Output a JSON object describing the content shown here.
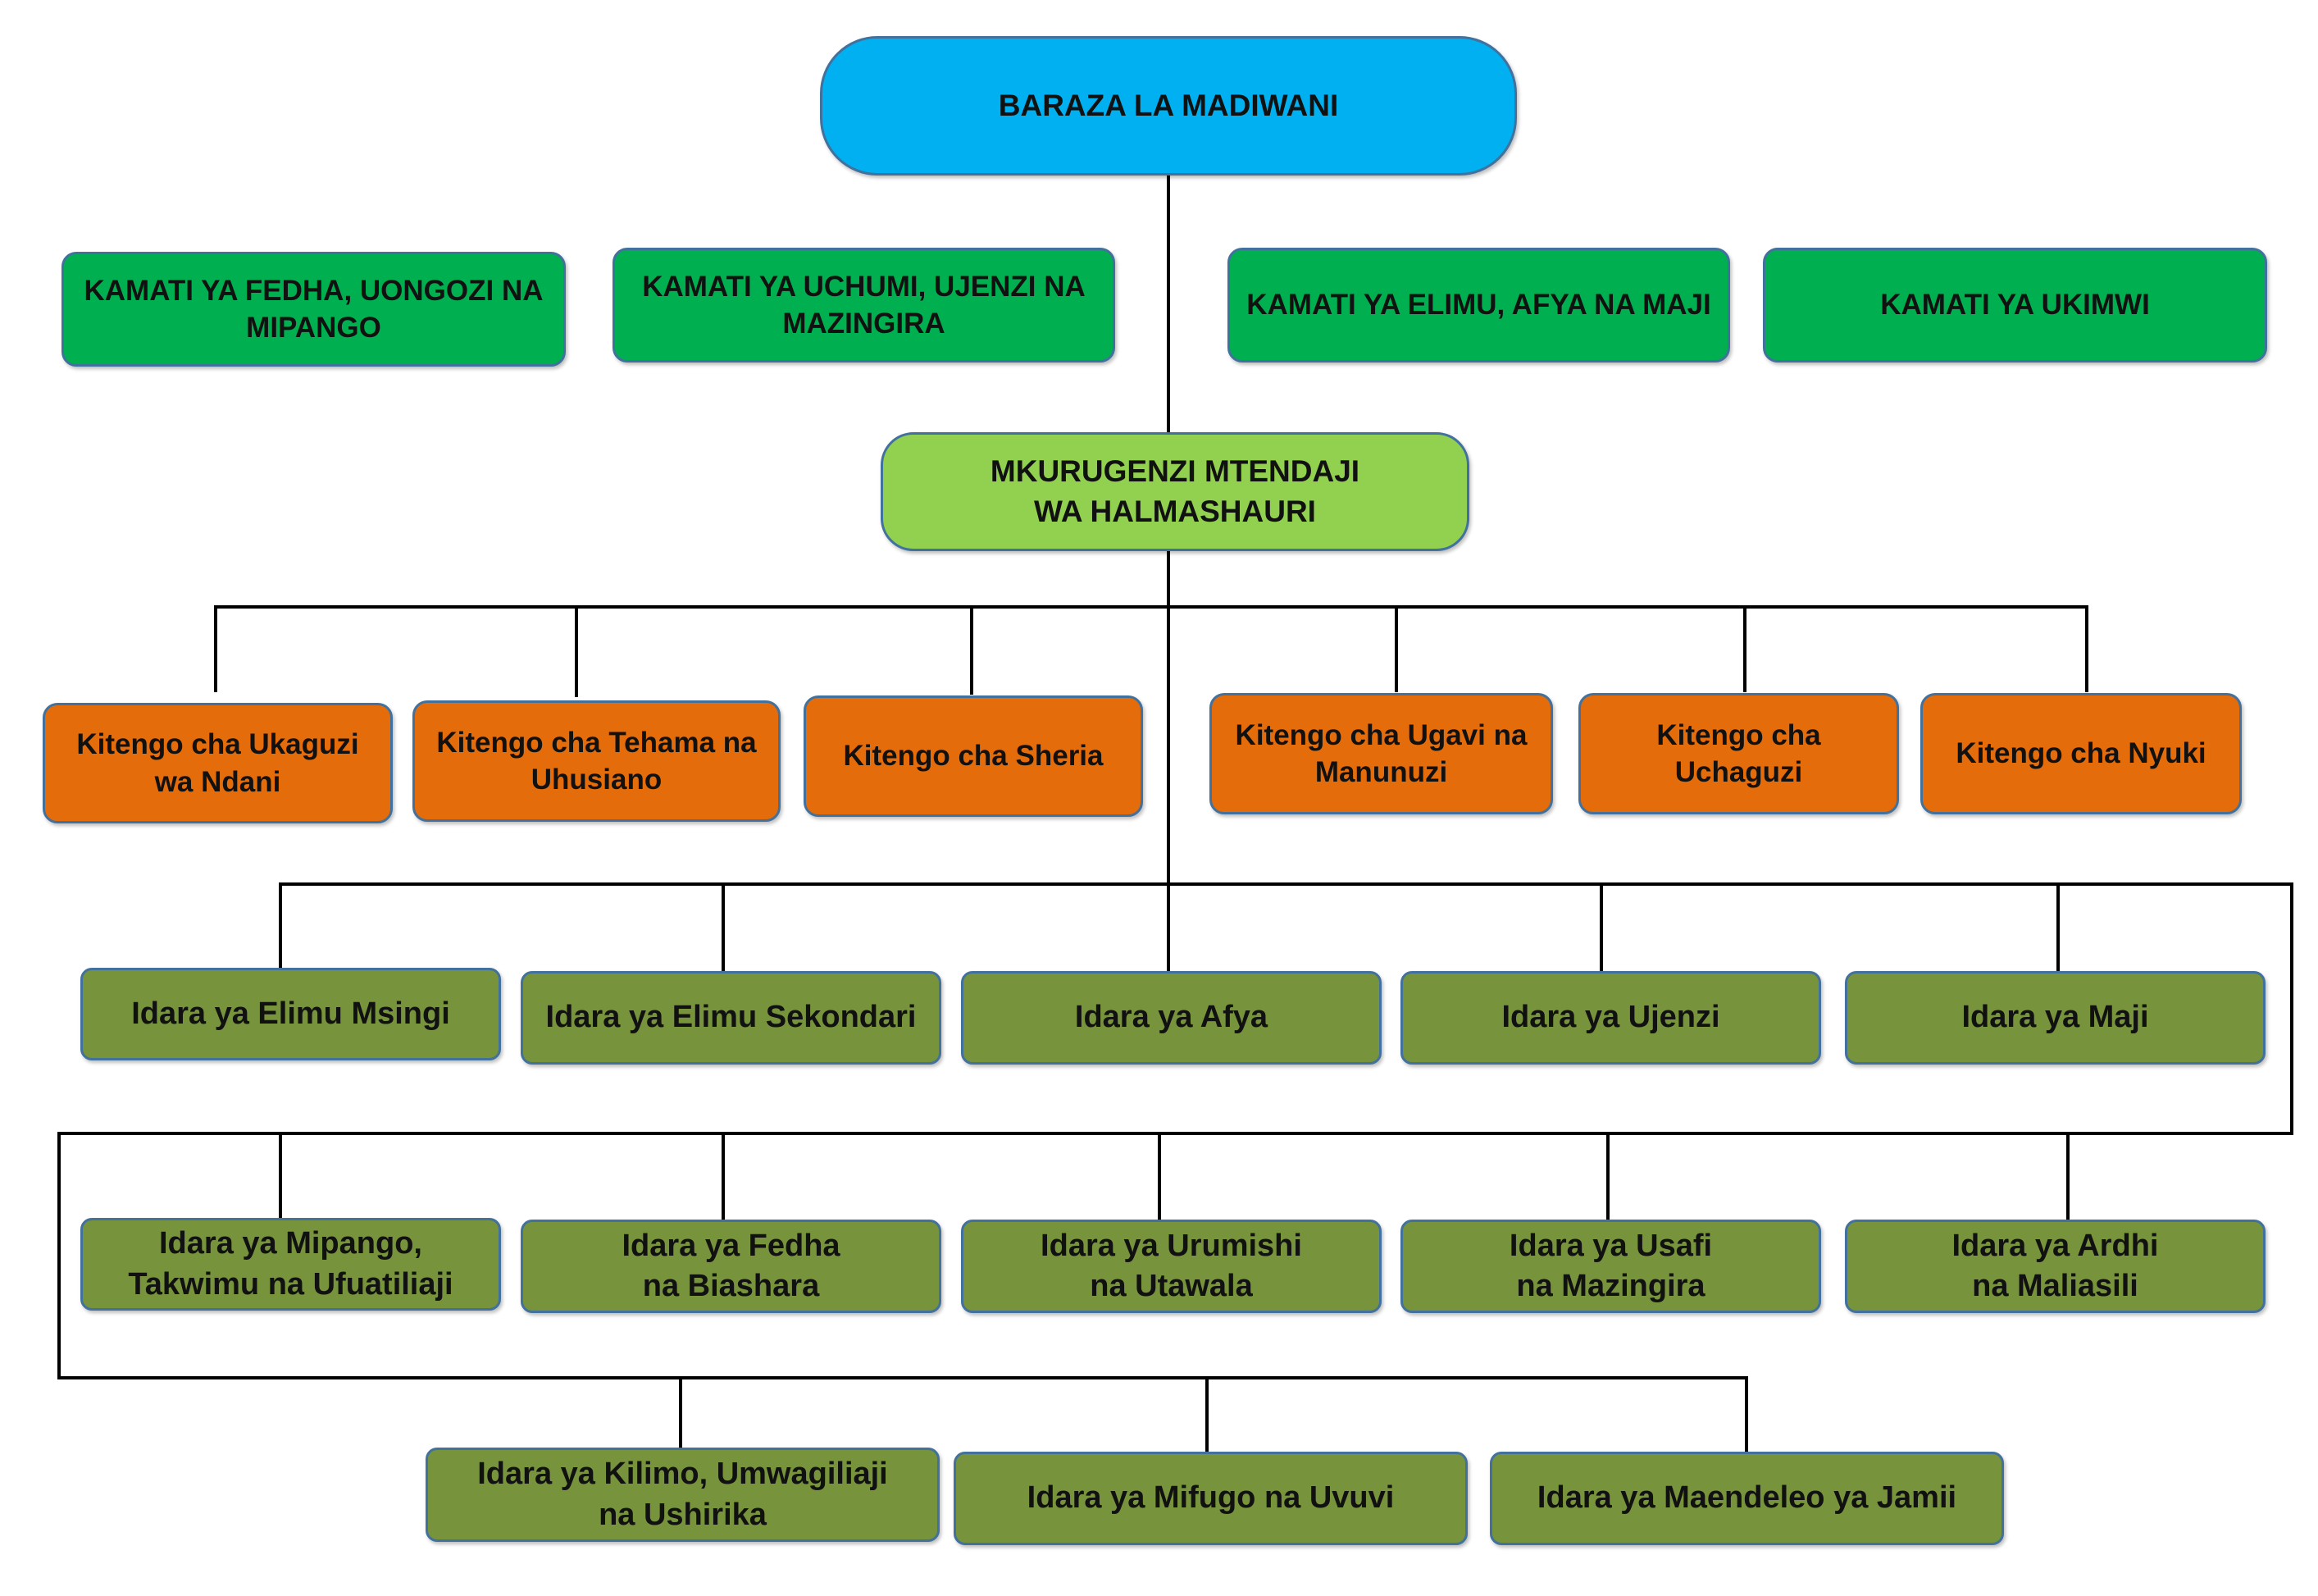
{
  "root": {
    "label": "BARAZA LA MADIWANI"
  },
  "kamati": [
    "KAMATI YA FEDHA, UONGOZI NA\nMIPANGO",
    "KAMATI YA UCHUMI, UJENZI NA\nMAZINGIRA",
    "KAMATI YA ELIMU, AFYA NA MAJI",
    "KAMATI YA UKIMWI"
  ],
  "mkurugenzi": {
    "label": "MKURUGENZI MTENDAJI\nWA HALMASHAURI"
  },
  "vitengo": [
    "Kitengo cha Ukaguzi\nwa Ndani",
    "Kitengo cha Tehama na\nUhusiano",
    "Kitengo cha Sheria",
    "Kitengo cha Ugavi na\nManunuzi",
    "Kitengo cha\nUchaguzi",
    "Kitengo cha Nyuki"
  ],
  "idara_row1": [
    "Idara ya Elimu Msingi",
    "Idara ya Elimu Sekondari",
    "Idara ya Afya",
    "Idara ya Ujenzi",
    "Idara ya Maji"
  ],
  "idara_row2": [
    "Idara ya Mipango,\nTakwimu na Ufuatiliaji",
    "Idara ya Fedha\nna Biashara",
    "Idara ya Urumishi\nna Utawala",
    "Idara ya Usafi\nna Mazingira",
    "Idara ya Ardhi\nna Maliasili"
  ],
  "idara_row3": [
    "Idara ya Kilimo, Umwagiliaji\nna Ushirika",
    "Idara ya Mifugo na Uvuvi",
    "Idara ya Maendeleo ya Jamii"
  ],
  "colors": {
    "root": "#00b0f0",
    "kamati": "#00b050",
    "mkurugenzi": "#92d050",
    "kitengo": "#e46c0a",
    "idara": "#77933c",
    "border": "#41719c",
    "connector": "#000000"
  }
}
